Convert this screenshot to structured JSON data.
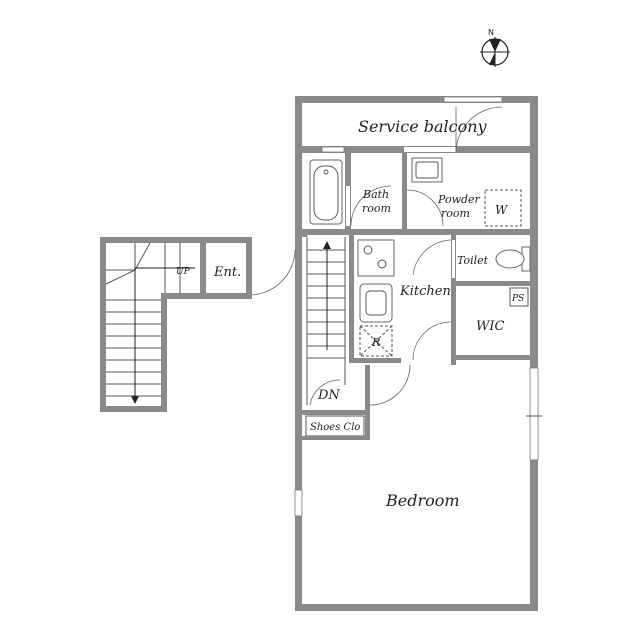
{
  "rooms": {
    "service_balcony": "Service balcony",
    "bath_room_line1": "Bath",
    "bath_room_line2": "room",
    "powder_room_line1": "Powder",
    "powder_room_line2": "room",
    "washer": "W",
    "toilet": "Toilet",
    "ps": "PS",
    "kitchen": "Kitchen",
    "wic": "WIC",
    "refrigerator": "R",
    "entrance": "Ent.",
    "stairs_up": "UP",
    "stairs_down": "DN",
    "shoes_closet": "Shoes Clo",
    "bedroom": "Bedroom"
  },
  "compass": {
    "north": "N"
  }
}
